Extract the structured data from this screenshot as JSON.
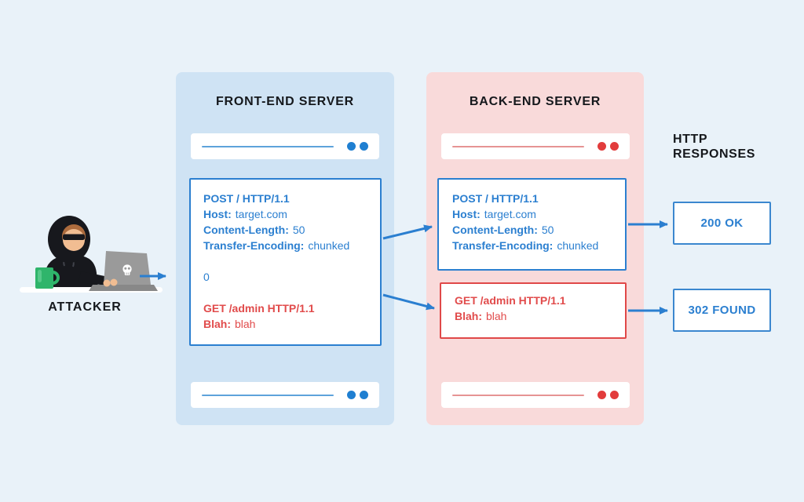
{
  "colors": {
    "page_bg": "#e9f2f9",
    "front_panel_bg": "#cfe3f4",
    "back_panel_bg": "#f9dada",
    "accent_blue": "#2b7fd0",
    "accent_red": "#e14b4b",
    "title_text": "#15181c",
    "mug_green": "#2fb56b",
    "laptop_gray": "#9a9a9a"
  },
  "attacker": {
    "label": "ATTACKER"
  },
  "front_end": {
    "title": "FRONT-END SERVER",
    "request_lines": [
      {
        "label": "POST / HTTP/1.1",
        "value": "",
        "color": "blue"
      },
      {
        "label": "Host:",
        "value": "target.com",
        "color": "blue"
      },
      {
        "label": "Content-Length:",
        "value": "50",
        "color": "blue"
      },
      {
        "label": "Transfer-Encoding:",
        "value": "chunked",
        "color": "blue"
      },
      {
        "label": "",
        "value": "",
        "color": "none"
      },
      {
        "label": "",
        "value": "0",
        "color": "blue"
      },
      {
        "label": "",
        "value": "",
        "color": "none"
      },
      {
        "label": "GET /admin HTTP/1.1",
        "value": "",
        "color": "red"
      },
      {
        "label": "Blah:",
        "value": "blah",
        "color": "red"
      }
    ]
  },
  "back_end": {
    "title": "BACK-END SERVER",
    "first_request_lines": [
      {
        "label": "POST / HTTP/1.1",
        "value": ""
      },
      {
        "label": "Host:",
        "value": "target.com"
      },
      {
        "label": "Content-Length:",
        "value": "50"
      },
      {
        "label": "Transfer-Encoding:",
        "value": "chunked"
      }
    ],
    "second_request_lines": [
      {
        "label": "GET /admin HTTP/1.1",
        "value": ""
      },
      {
        "label": "Blah:",
        "value": "blah"
      }
    ]
  },
  "responses": {
    "heading_line1": "HTTP",
    "heading_line2": "RESPONSES",
    "items": [
      {
        "label": "200 OK"
      },
      {
        "label": "302 FOUND"
      }
    ]
  }
}
